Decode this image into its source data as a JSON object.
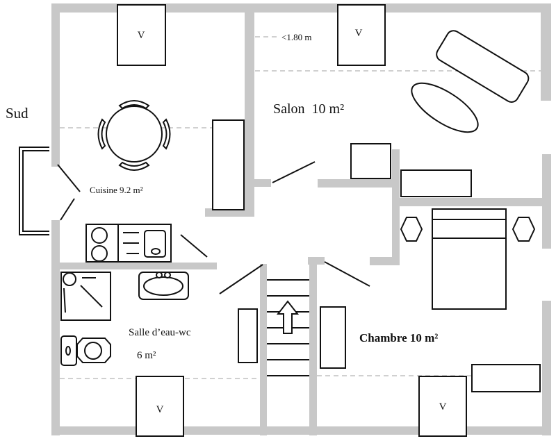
{
  "orientation_label": "Sud",
  "rooms": {
    "kitchen": "Cuisine 9.2 m²",
    "living": "Salon  10 m²",
    "bathroom": "Salle d’eau-wc",
    "bathroom_area": "6 m²",
    "bedroom": "Chambre 10 m²"
  },
  "height_note": "<1.80 m",
  "window_label": "V",
  "colors": {
    "wall": "#c8c8c8",
    "line": "#111111",
    "dash": "#c0c0c0"
  }
}
